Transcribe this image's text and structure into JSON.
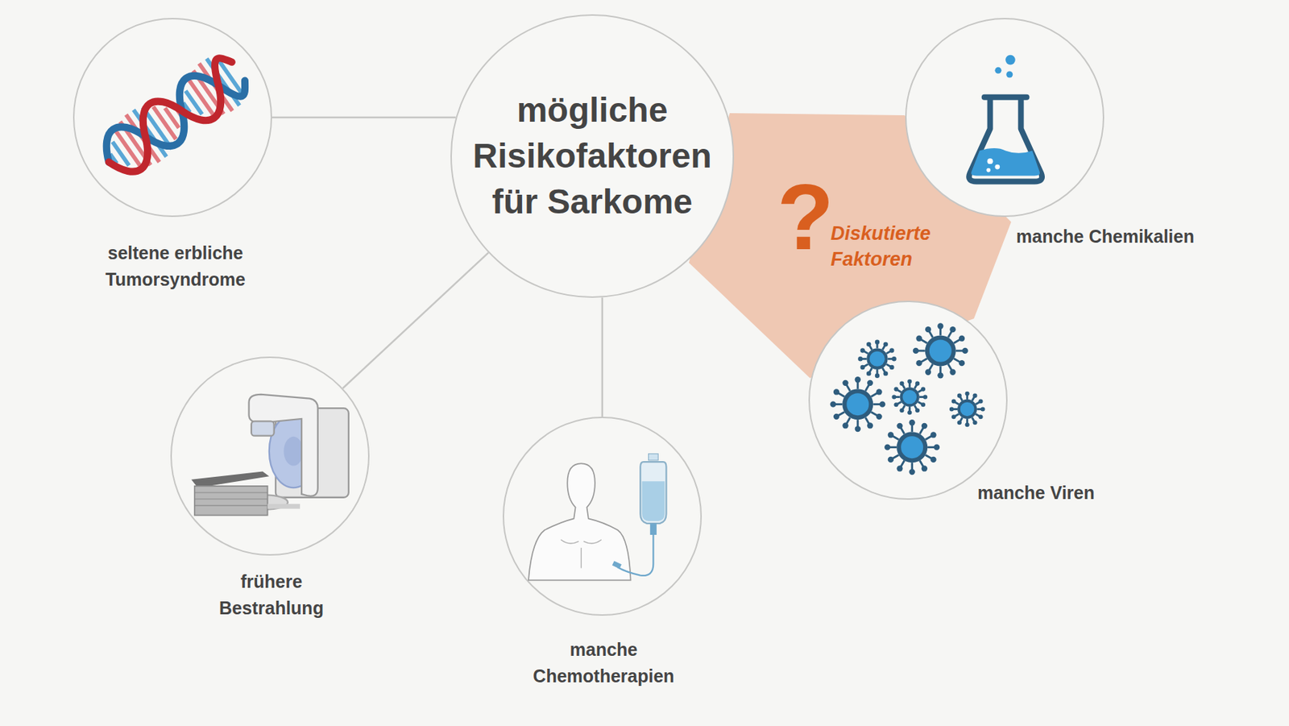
{
  "diagram": {
    "nodes": [
      {
        "text": [
          "seltene erbliche Tumorsyndrome"
        ]
      },
      {
        "text": [
          "mögliche Risikofaktoren für Sarkome"
        ]
      },
      {
        "text": [
          "manche Chemikalien"
        ]
      },
      {
        "text": [
          "?",
          "Diskutierte Faktoren"
        ]
      },
      {
        "text": [
          "manche Viren"
        ]
      },
      {
        "text": [
          "frühere Bestrahlung"
        ]
      },
      {
        "text": [
          "manche Chemotherapien"
        ]
      }
    ],
    "edges": [
      {
        "from": 1,
        "to": 0,
        "arrow": "none"
      },
      {
        "from": 1,
        "to": 5,
        "arrow": "none"
      },
      {
        "from": 1,
        "to": 6,
        "arrow": "none"
      }
    ]
  }
}
